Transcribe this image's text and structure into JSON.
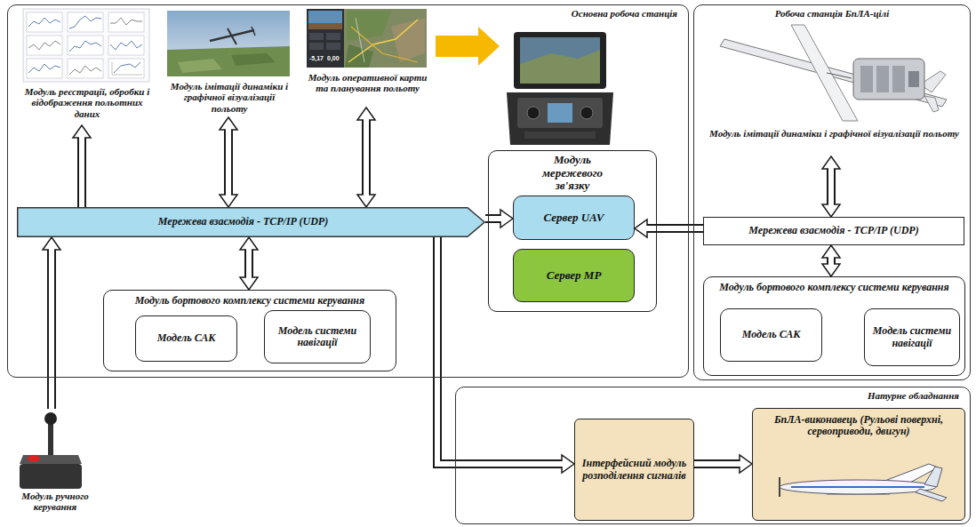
{
  "diagram": {
    "nodes": [
      {
        "text": [
          "Основна робоча станція"
        ]
      },
      {
        "text": [
          "Модуль реєстрації, обробки і відображення польотних даних"
        ],
        "in": 0
      },
      {
        "text": [
          "Модуль імітації динаміки і графічної візуалізації польоту"
        ],
        "in": 0
      },
      {
        "text": [
          "Модуль оперативної карти та планування польоту"
        ],
        "in": 0
      },
      {
        "text": [
          "Мережева взаємодія - TCP/IP (UDP)"
        ],
        "in": 0
      },
      {
        "text": [
          "Модуль мережевого зв'язку"
        ],
        "in": 0
      },
      {
        "text": [
          "Сервер UAV"
        ],
        "in": 5
      },
      {
        "text": [
          "Сервер МР"
        ],
        "in": 5
      },
      {
        "text": [
          "Модуль бортового комплексу системи керування"
        ],
        "in": 0
      },
      {
        "text": [
          "Модель САК"
        ],
        "in": 8
      },
      {
        "text": [
          "Модель системи навігації"
        ],
        "in": 8
      },
      {
        "text": [
          "Робоча станція БпЛА-цілі"
        ]
      },
      {
        "text": [
          "Модуль імітації динаміки і графічної візуалізації польоту"
        ],
        "in": 11
      },
      {
        "text": [
          "Мережева взаємодія - TCP/IP (UDP)"
        ],
        "in": 11
      },
      {
        "text": [
          "Модуль бортового комплексу системи керування"
        ],
        "in": 11
      },
      {
        "text": [
          "Модель САК"
        ],
        "in": 14
      },
      {
        "text": [
          "Модель системи навігації"
        ],
        "in": 14
      },
      {
        "text": [
          "Модуль ручного керування"
        ]
      },
      {
        "text": [
          "Натурне обладнання"
        ]
      },
      {
        "text": [
          "Інтерфейсний модуль розподілення сигналів"
        ],
        "in": 18
      },
      {
        "text": [
          "БпЛА-виконавець (Рульові поверхні, сервоприводи, двигун)"
        ],
        "in": 18
      }
    ],
    "edges": [
      {
        "from": 4,
        "to": 1,
        "arrow": "to"
      },
      {
        "from": 4,
        "to": 2,
        "arrow": "both"
      },
      {
        "from": 4,
        "to": 3,
        "arrow": "both"
      },
      {
        "from": 4,
        "to": 8,
        "arrow": "both"
      },
      {
        "from": 4,
        "to": 6,
        "arrow": "to"
      },
      {
        "from": 17,
        "to": 4,
        "arrow": "to"
      },
      {
        "from": 4,
        "to": 19,
        "arrow": "to"
      },
      {
        "from": 19,
        "to": 20,
        "arrow": "to"
      },
      {
        "from": 13,
        "to": 12,
        "arrow": "both"
      },
      {
        "from": 13,
        "to": 14,
        "arrow": "both"
      },
      {
        "from": 13,
        "to": 6,
        "arrow": "to"
      }
    ],
    "labels": [
      "-5,17",
      "0,00"
    ]
  }
}
